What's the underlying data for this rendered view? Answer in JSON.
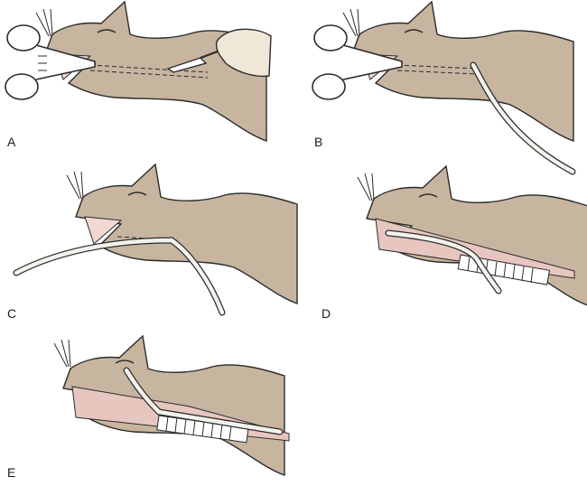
{
  "panels": [
    {
      "label": "A"
    },
    {
      "label": "B"
    },
    {
      "label": "C"
    },
    {
      "label": "D"
    },
    {
      "label": "E"
    }
  ],
  "colors": {
    "skin": "#c7b5a0",
    "skin_shadow": "#b3a08b",
    "outline": "#2b2b2b",
    "mouth": "#f2d8d2",
    "tissue": "#e8c6c0",
    "tube": "#f4f2ec",
    "trachea_ring": "#ffffff",
    "instrument": "#ffffff",
    "glove": "#efe7d8"
  },
  "icons": [
    "cat-head-icon",
    "hemostat-forceps-icon",
    "scalpel-icon",
    "gloved-hand-icon",
    "endotracheal-tube-icon",
    "trachea-icon"
  ]
}
